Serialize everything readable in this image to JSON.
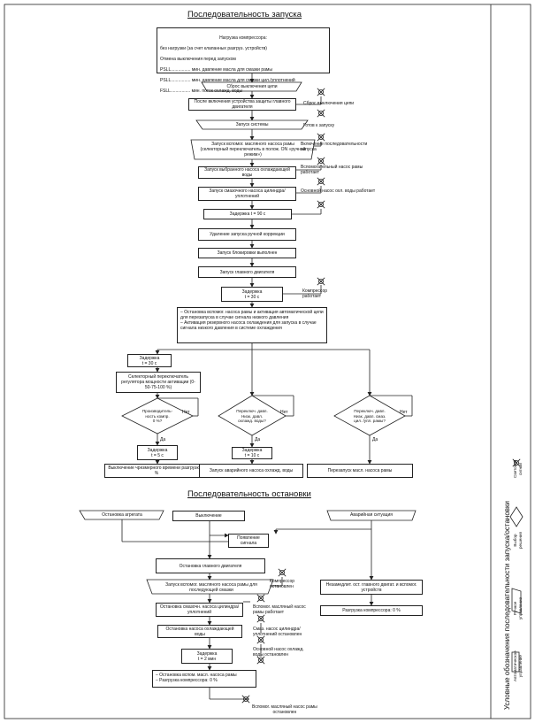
{
  "start_title": "Последовательность запуска",
  "stop_title": "Последовательность остановки",
  "start": {
    "load_box": [
      "Нагрузка компрессора:",
      "без нагрузки (за счет клапанных разгруз. устройств)",
      "Отмена выключения перед запуском",
      "PSLL................ мин. давление масла для смазки рамы",
      "PSLL................ мин. давление масла для смазки цил./уплотнений",
      "FSLL................ мин. поток охлажд. воды"
    ],
    "reset": "Сброс выключения цепи",
    "after_enable": "После включения устройства защиты главного двигателя",
    "reset_side": "Сброс выключения цепи",
    "system_start": "Запуск системы",
    "ready_side": "Готов к запуску",
    "aux_pump": "Запуск вспомог. масляного насоса рамы (селекторный переключатель в полож. ON «ручной режим»)",
    "aux_pump_side": "Включение последовательности запуска",
    "cooling_pump": "Запуск выбранного насоса охлаждающей воды",
    "cooling_side": "Вспомогательный насос рамы работает",
    "lube_pump": "Запуск смазочного насоса цилиндра/уплотнений",
    "lube_side": "Основной насос охл. воды работает",
    "delay1": "Задержка t = 90 с",
    "remove_manual": "Удаление запуска ручной коррекции",
    "interlocks": "Запуск блокировки выполнен",
    "main_motor": "Запуск главного двигателя",
    "delay2": "Задержка\nt = 30 с",
    "compressor_side": "Компрессор\nработает",
    "stop_aux_box": "– Остановка вспомог. насоса рамы и активация автоматической цепи для перезапуска в случае сигнала низкого давления\n– Активация резервного насоса охлаждения для запуска в случае сигнала низкого давления в системе охлаждения",
    "delay3": "Задержка\nt = 30 с",
    "selector": "Селекторный переключатель регулятора мощности активации (0-50-75-100 %)",
    "d1": "Производитель-\nность компр.\n0 %?",
    "d2": "Переключ. давл.\nНизк. давл.\nохлажд. воды?",
    "d3": "Переключ. давл.\nНизк. давл. смаз.\nцил. /упл. рамы?",
    "no": "Нет",
    "yes": "Да",
    "delay4": "Задержка\nt = 5 с",
    "delay5": "Задержка\nt = 10 с",
    "end1": "Выключение чрезмерного времени разгрузки 0 %",
    "end2": "Запуск аварийного насоса охлажд. воды",
    "end3": "Перезапуск масл. насоса рамы"
  },
  "stop": {
    "unit_stop": "Остановка агрегата",
    "shutdown": "Выключение",
    "emergency": "Аварийная ситуация",
    "signal": "Появление\nсигнала",
    "main_motor_stop": "Остановка главного двигателя",
    "aux_pump_start": "Запуск вспомог. масляного насоса рамы для последующей смазки",
    "comp_stopped": "Компрессор\nостановлен",
    "lube_stop": "Остановка смазочн. насоса цилиндра/уплотнений",
    "aux_working": "Вспомог. масляный насос\nрамы работает",
    "cool_stop": "Остановка насоса охлаждающей воды",
    "lube_stopped": "Смаз. насос цилиндра/\nуплотнений остановлен",
    "delay": "Задержка\nt = 2 мин",
    "cool_stopped": "Основной насос охлажд.\nводы остановлен",
    "final_box": "– Остановка вспом. масл. насоса рамы\n– Разгрузка компрессора: 0 %",
    "aux_stopped": "Вспомог. масляный насос рамы\nостановлен",
    "immediate": "Незамедлит. ост. главного двигат. и вспомог. устройств",
    "unload": "Разгрузка компрессора: 0 %"
  },
  "legend": {
    "title": "Условные обозначения последовательности запуска/остановки",
    "auto": "Автоматическое\nуправление",
    "manual": "Ручное\nуправление",
    "choice": "Выбор\nрешения",
    "light": "Световой\nсигнал"
  }
}
